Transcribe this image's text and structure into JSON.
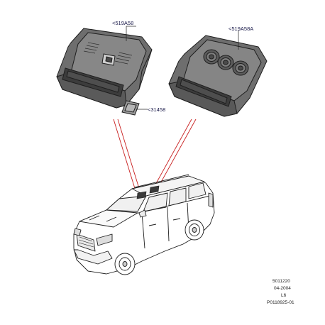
{
  "callouts": {
    "front_console": "<519A58",
    "rear_console": "<519A58A",
    "lamp_lens": "<31458"
  },
  "footer": {
    "line1": "5011220",
    "line2": "04-2004",
    "line3": "L6",
    "line4": "P0118925-01"
  },
  "colors": {
    "line": "#1f1f1f",
    "leader_red": "#c81e1e",
    "callout_text": "#1a1a4a",
    "part_fill": "#6a6a6a",
    "part_fill_light": "#8a8a8a"
  }
}
